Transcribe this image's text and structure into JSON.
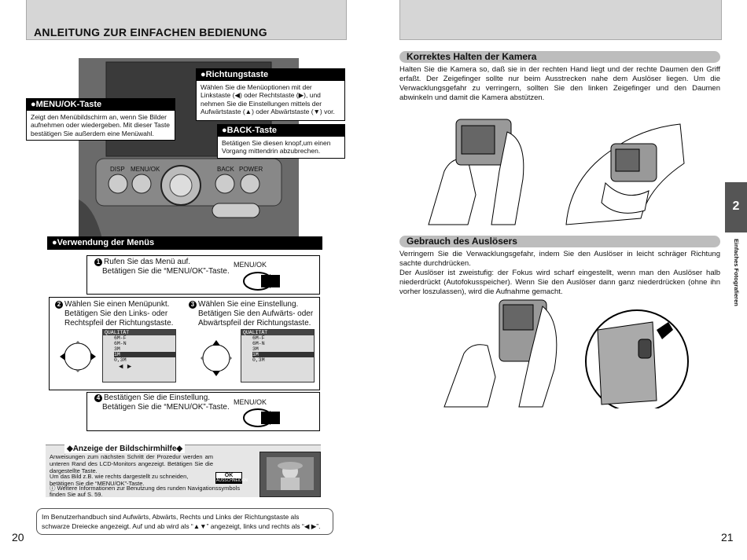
{
  "left": {
    "title": "ANLEITUNG ZUR EINFACHEN BEDIENUNG",
    "page_number": "20",
    "camera_labels": {
      "disp": "DISP",
      "menu_ok": "MENU/OK",
      "back": "BACK",
      "power": "POWER"
    },
    "menu_ok_box": {
      "heading": "●MENU/OK-Taste",
      "text": "Zeigt den Menübildschirm an, wenn Sie Bilder aufnehmen oder wiedergeben. Mit dieser Taste bestätigen Sie außerdem eine Menüwahl."
    },
    "richtung_box": {
      "heading": "●Richtungstaste",
      "text": "Wählen Sie die Menüoptionen mit der Linkstaste (◀) oder Rechtstaste (▶), und nehmen Sie die Einstellungen mittels der Aufwärtstaste (▲) oder Abwärtstaste (▼) vor."
    },
    "back_box": {
      "heading": "●BACK-Taste",
      "text": "Betätigen Sie diesen knopf,um einen Vorgang mittendrin abzubrechen."
    },
    "menus_box": {
      "heading": "●Verwendung der Menüs",
      "step1_a": "Rufen Sie das Menü auf.",
      "step1_b": "Betätigen Sie die “MENU/OK”-Taste.",
      "step1_btn": "MENU/OK",
      "step2_a": "Wählen Sie einen Menüpunkt.",
      "step2_b": "Betätigen Sie den Links- oder Rechtspfeil der Richtungstaste.",
      "step3_a": "Wählen Sie eine Einstellung.",
      "step3_b": "Betätigen Sie den Aufwärts- oder Abwärtspfeil der Richtungstaste.",
      "step4_a": "Bestätigen Sie die Einstellung.",
      "step4_b": "Betätigen Sie die “MENU/OK”-Taste.",
      "step4_btn": "MENU/OK",
      "screen_header": "QUALITÄT",
      "screen_rows": [
        "6M-F",
        "6M-N",
        "3M",
        "1M",
        "0,3M"
      ]
    },
    "hilfe_box": {
      "heading": "◆Anzeige der Bildschirmhilfe◆",
      "text1": "Anweisungen zum nächsten Schritt der Prozedur werden am unteren Rand des LCD-Monitors angezeigt. Betätigen Sie die dargestellte Taste.",
      "text2": "Um das Bild z.B. wie rechts dargestellt zu schneiden, betätigen Sie die “MENU/OK”-Taste.",
      "note": "Weitere Informationen zur Benutzung des runden Navigationssymbols finden Sie auf S. 59.",
      "ok_label": "OK",
      "ok_sub": "AUSSCHNEIDEN"
    },
    "footer_note": "Im Benutzerhandbuch sind Aufwärts, Abwärts, Rechts und Links der Richtungstaste als schwarze Dreiecke angezeigt. Auf und ab wird als “▲▼” angezeigt, links und rechts als “◀ ▶”."
  },
  "right": {
    "page_number": "21",
    "side_tab_number": "2",
    "side_tab_text": "Einfaches Fotografieren",
    "section1": {
      "title": "Korrektes Halten der Kamera",
      "text": "Halten Sie die Kamera so, daß sie in der rechten Hand liegt und der rechte Daumen den Griff erfaßt. Der Zeigefinger sollte nur beim Ausstrecken nahe dem Auslöser liegen. Um die Verwacklungsgefahr zu verringern, sollten Sie den linken Zeigefinger und den Daumen abwinkeln und damit die Kamera abstützen."
    },
    "section2": {
      "title": "Gebrauch des Auslösers",
      "text1": "Verringern Sie die Verwacklungsgefahr, indem Sie den Auslöser in leicht schräger Richtung sachte durchdrücken.",
      "text2": "Der Auslöser ist zweistufig: der Fokus wird scharf eingestellt, wenn man den Auslöser halb niederdrückt (Autofokusspeicher). Wenn Sie den Auslöser dann ganz niederdrücken (ohne ihn vorher loszulassen), wird die Aufnahme gemacht."
    }
  }
}
